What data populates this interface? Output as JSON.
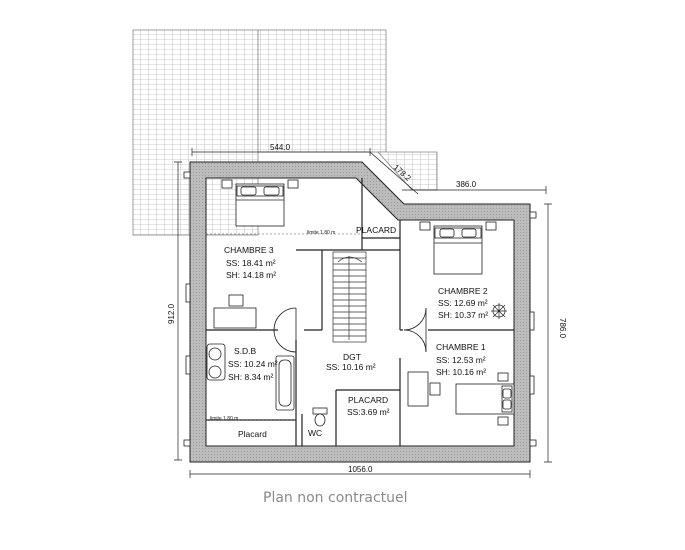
{
  "rooms": {
    "chambre3": {
      "name": "CHAMBRE 3",
      "ss": "SS: 18.41 m²",
      "sh": "SH: 14.18 m²"
    },
    "chambre2": {
      "name": "CHAMBRE 2",
      "ss": "SS: 12.69 m²",
      "sh": "SH: 10.37 m²"
    },
    "chambre1": {
      "name": "CHAMBRE 1",
      "ss": "SS: 12.53 m²",
      "sh": "SH: 10.16 m²"
    },
    "sdb": {
      "name": "S.D.B",
      "ss": "SS: 10.24 m²",
      "sh": "SH: 8.34 m²"
    },
    "dgt": {
      "name": "DGT",
      "ss": "SS: 10.16 m²"
    },
    "placard_top": {
      "name": "PLACARD"
    },
    "placard_mid": {
      "name": "PLACARD",
      "ss": "SS:3.69 m²"
    },
    "placard_bottom": {
      "name": "Placard"
    },
    "wc": {
      "name": "WC"
    }
  },
  "notes": {
    "limite_top": "limite 1.80 m",
    "limite_bottom": "limite 1.80 m"
  },
  "dimensions": {
    "top_width": "544.0",
    "diagonal": "178.2",
    "right_width": "386.0",
    "left_height": "912.0",
    "right_height": "786.0",
    "bottom_width": "1056.0"
  },
  "caption": "Plan non contractuel"
}
